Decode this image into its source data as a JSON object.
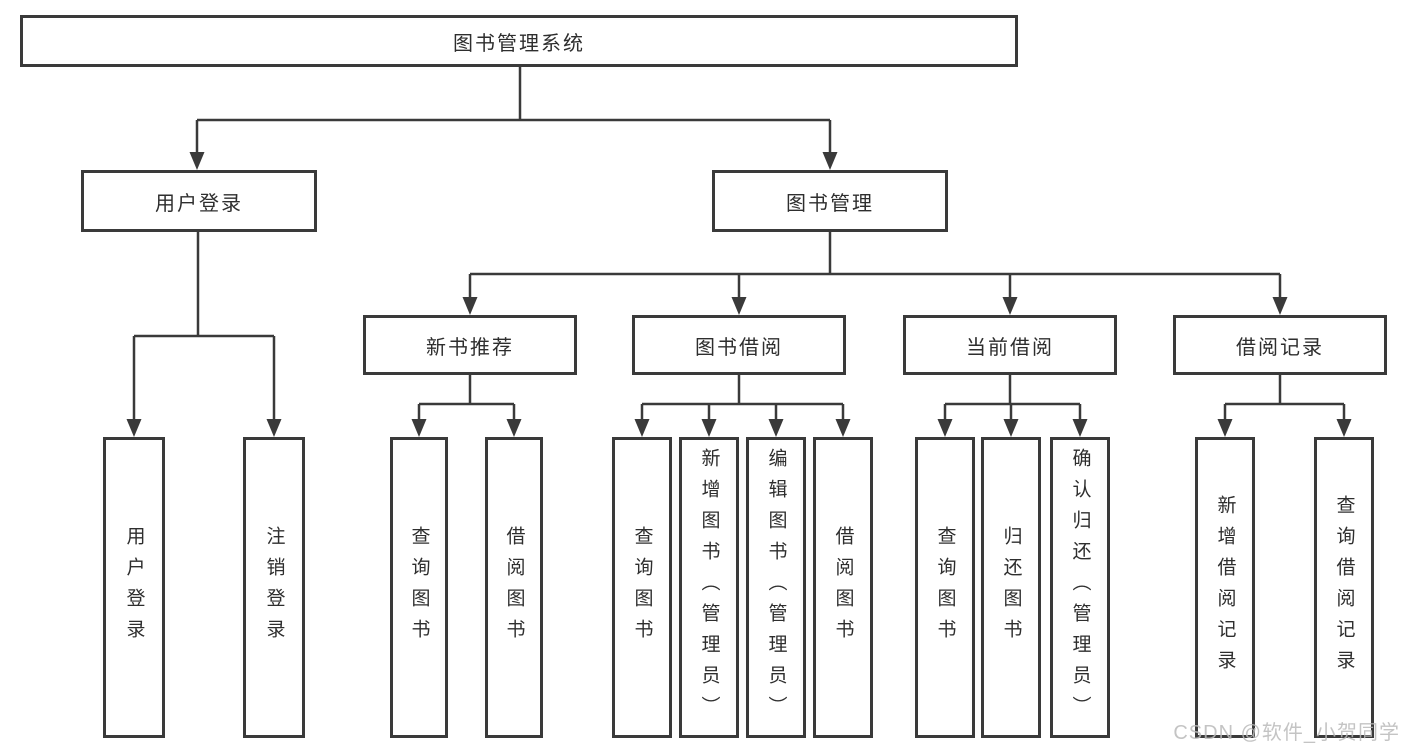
{
  "tree": {
    "root": {
      "label": "图书管理系统"
    },
    "branches": [
      {
        "label": "用户登录",
        "children": [
          {
            "label": "用户登录"
          },
          {
            "label": "注销登录"
          }
        ]
      },
      {
        "label": "图书管理",
        "children": [
          {
            "label": "新书推荐",
            "children": [
              {
                "label": "查询图书"
              },
              {
                "label": "借阅图书"
              }
            ]
          },
          {
            "label": "图书借阅",
            "children": [
              {
                "label": "查询图书"
              },
              {
                "label": "新增图书（管理员）"
              },
              {
                "label": "编辑图书（管理员）"
              },
              {
                "label": "借阅图书"
              }
            ]
          },
          {
            "label": "当前借阅",
            "children": [
              {
                "label": "查询图书"
              },
              {
                "label": "归还图书"
              },
              {
                "label": "确认归还（管理员）"
              }
            ]
          },
          {
            "label": "借阅记录",
            "children": [
              {
                "label": "新增借阅记录"
              },
              {
                "label": "查询借阅记录"
              }
            ]
          }
        ]
      }
    ]
  },
  "watermark": "CSDN @软件_小贺同学",
  "colors": {
    "line": "#3a3a3a",
    "text": "#2e2e2e",
    "box_background": "#ffffff",
    "page_background": "#ffffff",
    "watermark": "#bababa"
  }
}
